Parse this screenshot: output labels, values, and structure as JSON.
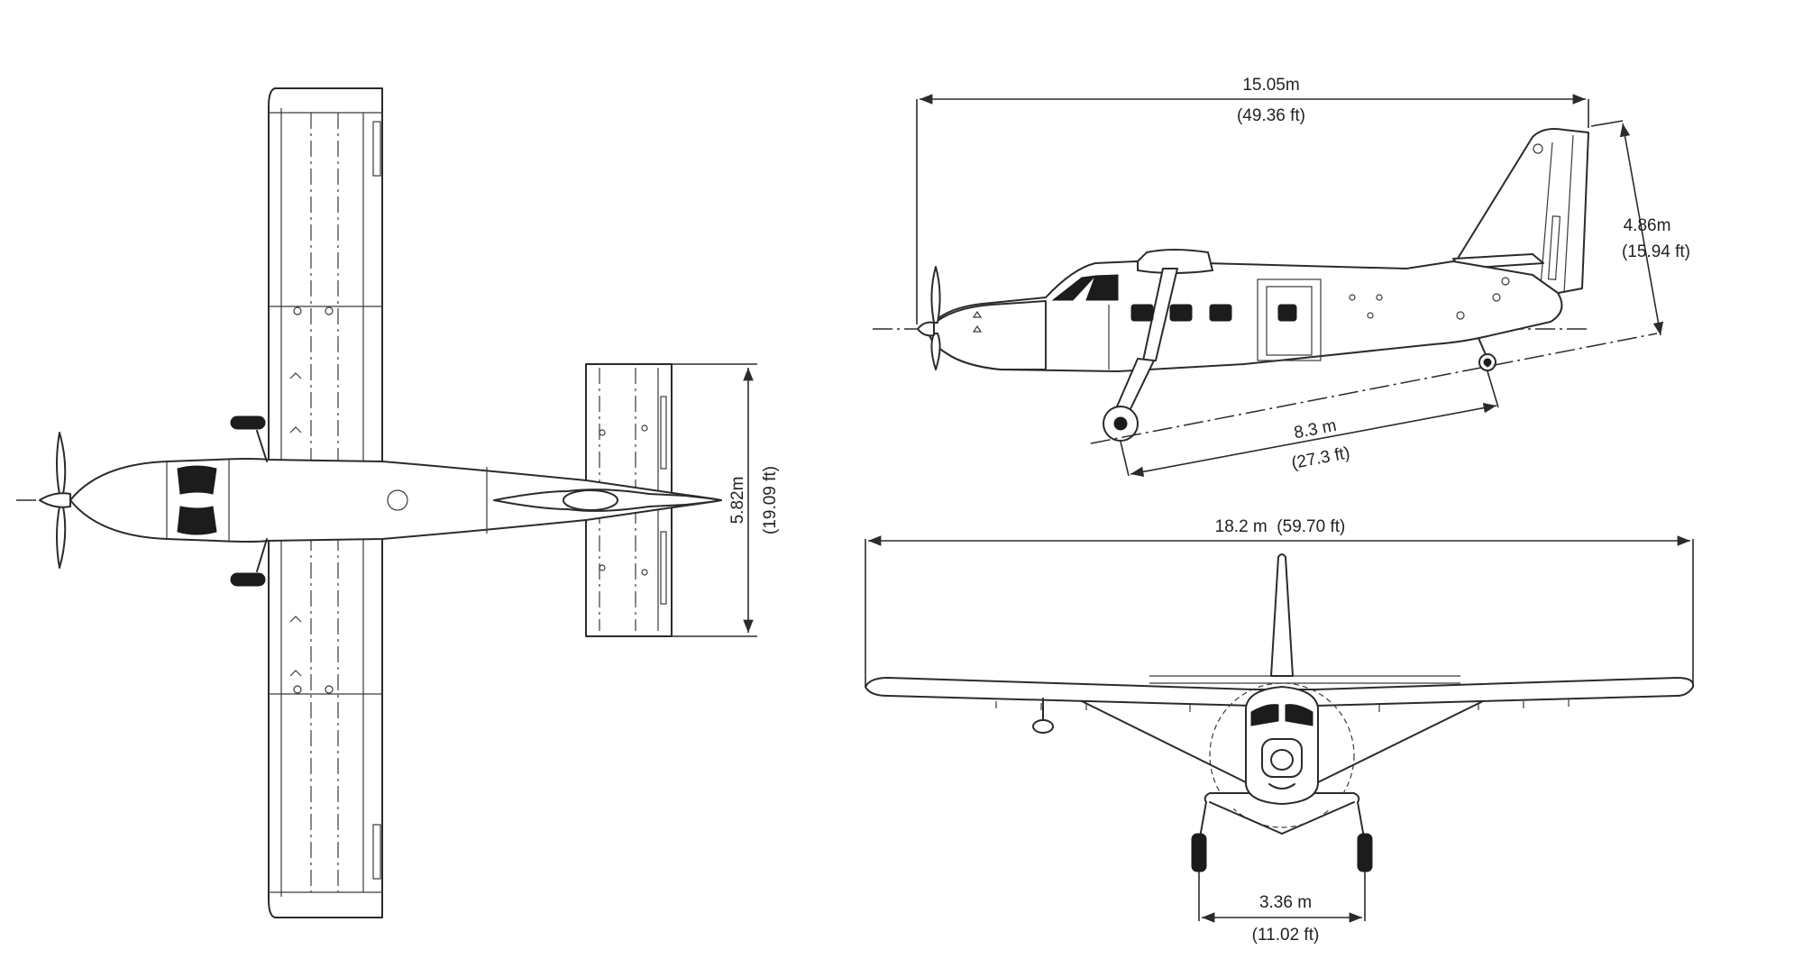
{
  "dimensions": {
    "tailplane_span_m": "5.82m",
    "tailplane_span_ft": "(19.09 ft)",
    "length_m": "15.05m",
    "length_ft": "(49.36 ft)",
    "height_m": "4.86m",
    "height_ft": "(15.94 ft)",
    "wheelbase_m": "8.3 m",
    "wheelbase_ft": "(27.3 ft)",
    "wingspan": "18.2 m  (59.70 ft)",
    "track_m": "3.36 m",
    "track_ft": "(11.02 ft)"
  },
  "colors": {
    "line": "#2b2b2b",
    "background": "#ffffff"
  }
}
